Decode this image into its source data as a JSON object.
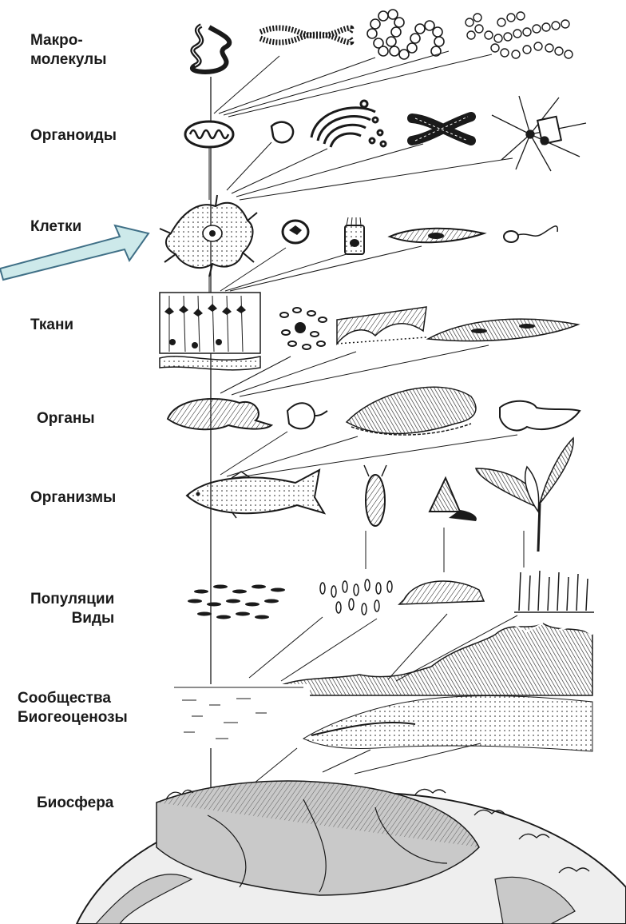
{
  "levels": [
    {
      "id": "macromolecules",
      "label": "Макро-\nмолекулы"
    },
    {
      "id": "organoids",
      "label": "Органоиды"
    },
    {
      "id": "cells",
      "label": "Клетки"
    },
    {
      "id": "tissues",
      "label": "Ткани"
    },
    {
      "id": "organs",
      "label": "Органы"
    },
    {
      "id": "organisms",
      "label": "Организмы"
    },
    {
      "id": "populations",
      "label": "Популяции\nВиды"
    },
    {
      "id": "communities",
      "label": "Сообщества\nБиогеоценозы"
    },
    {
      "id": "biosphere",
      "label": "Биосфера"
    }
  ],
  "colors": {
    "ink": "#1a1a1a",
    "arrow_fill": "#cde9ea",
    "arrow_stroke": "#3f6f86",
    "land": "#c9c9c9",
    "water": "#eeeeee"
  },
  "icons": [
    "helix-icon",
    "dna-icon",
    "chain-icon",
    "branched-chain-icon",
    "mitochondria-icon",
    "golgi-icon",
    "chromosome-icon",
    "centriole-icon",
    "neuron-cell-icon",
    "sperm-icon",
    "fish-icon",
    "insect-icon",
    "snail-icon",
    "plant-icon",
    "mountains-icon",
    "globe-icon",
    "pointer-arrow-icon"
  ]
}
